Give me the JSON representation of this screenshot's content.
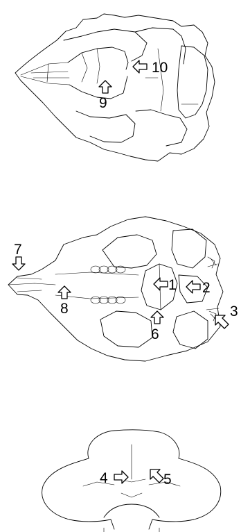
{
  "figure": {
    "views": [
      {
        "id": "dorsal",
        "labels": [
          "10",
          "9"
        ]
      },
      {
        "id": "ventral",
        "labels": [
          "7",
          "8",
          "1",
          "2",
          "3",
          "6"
        ]
      },
      {
        "id": "posterior",
        "labels": [
          "4",
          "5"
        ]
      }
    ]
  }
}
